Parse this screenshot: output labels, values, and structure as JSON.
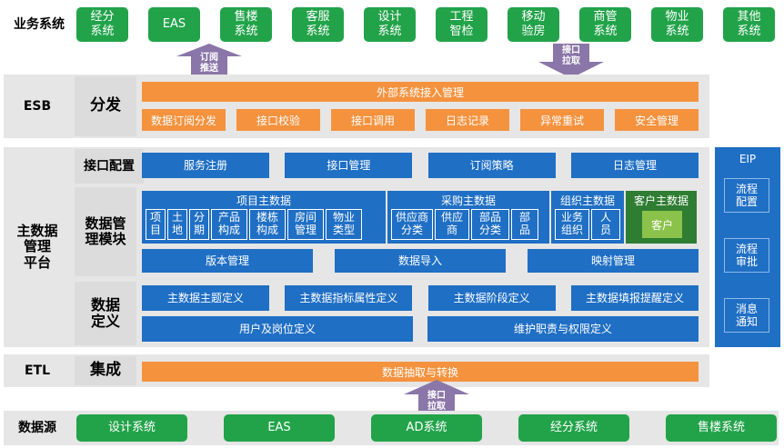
{
  "business": {
    "label": "业务系统",
    "items": [
      "经分\n系统",
      "EAS",
      "售楼\n系统",
      "客服\n系统",
      "设计\n系统",
      "工程\n智检",
      "移动\n验房",
      "商管\n系统",
      "物业\n系统",
      "其他\n系统"
    ]
  },
  "arrows": {
    "subscribe_push": "订阅\n推送",
    "interface_pull_top": "接口\n拉取",
    "interface_pull_bottom": "接口\n拉取"
  },
  "esb": {
    "label": "ESB",
    "sub": "分发",
    "top": "外部系统接入管理",
    "items": [
      "数据订阅分发",
      "接口校验",
      "接口调用",
      "日志记录",
      "异常重试",
      "安全管理"
    ]
  },
  "mdm": {
    "label": "主数据\n管理\n平台",
    "interface_config": {
      "label": "接口配置",
      "items": [
        "服务注册",
        "接口管理",
        "订阅策略",
        "日志管理"
      ]
    },
    "module": {
      "label": "数据管\n理模块",
      "project": {
        "title": "项目主数据",
        "cells": [
          "项\n目",
          "土\n地",
          "分\n期",
          "产品\n构成",
          "楼栋\n构成",
          "房间\n管理",
          "物业\n类型"
        ]
      },
      "supply": {
        "title": "采购主数据",
        "cells": [
          "供应商\n分类",
          "供应\n商",
          "部品\n分类",
          "部\n品"
        ]
      },
      "org": {
        "title": "组织主数据",
        "cells": [
          "业务\n组织",
          "人\n员"
        ]
      },
      "customer": {
        "title": "客户主数据",
        "cell": "客户"
      },
      "bottom": [
        "版本管理",
        "数据导入",
        "映射管理"
      ]
    },
    "definition": {
      "label": "数据\n定义",
      "row1": [
        "主数据主题定义",
        "主数据指标属性定义",
        "主数据阶段定义",
        "主数据填报提醒定义"
      ],
      "row2": [
        "用户及岗位定义",
        "维护职责与权限定义"
      ]
    }
  },
  "eip": {
    "title": "EIP",
    "items": [
      "流程\n配置",
      "流程\n审批",
      "消息\n通知"
    ]
  },
  "etl": {
    "label": "ETL",
    "sub": "集成",
    "bar": "数据抽取与转换"
  },
  "source": {
    "label": "数据源",
    "items": [
      "设计系统",
      "EAS",
      "AD系统",
      "经分系统",
      "售楼系统"
    ]
  }
}
